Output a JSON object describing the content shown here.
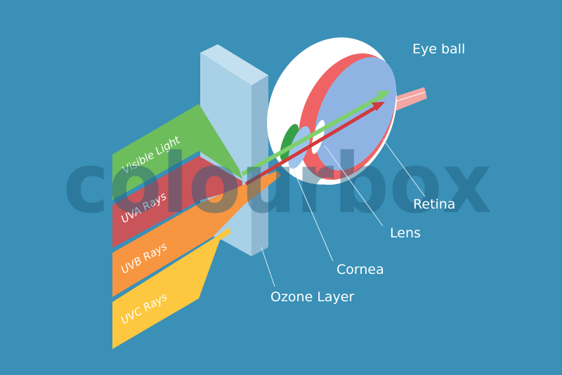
{
  "labels": {
    "eyeball": "Eye ball",
    "retina": "Retina",
    "lens": "Lens",
    "cornea": "Cornea",
    "ozone": "Ozone Layer"
  },
  "bands": [
    {
      "label": "Visible Light",
      "color": "#6dbd5c"
    },
    {
      "label": "UVA Rays",
      "color": "#c9545a"
    },
    {
      "label": "UVB Rays",
      "color": "#f79540"
    },
    {
      "label": "UVC Rays",
      "color": "#fdc840"
    }
  ],
  "watermark": "colourbox",
  "colors": {
    "background": "#3a90b6",
    "ozone": "#a8d0e6",
    "retina": "#ef6364",
    "vitreous": "#8fb4e4"
  }
}
